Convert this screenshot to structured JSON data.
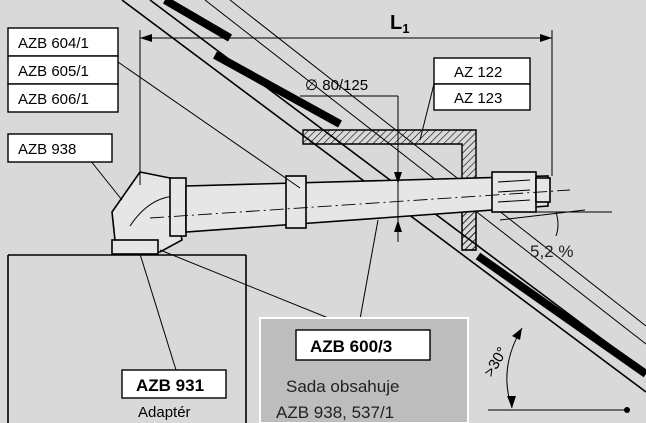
{
  "labels": {
    "azb604": "AZB 604/1",
    "azb605": "AZB 605/1",
    "azb606": "AZB 606/1",
    "azb938": "AZB 938",
    "az122": "AZ 122",
    "az123": "AZ 123",
    "azb931": "AZB 931",
    "azb931_sub": "Adaptér",
    "azb600": "AZB 600/3",
    "kit_line1": "Sada obsahuje",
    "kit_line2": "AZB 938, 537/1"
  },
  "dimensions": {
    "length_L": "L",
    "length_sub": "1",
    "diameter": "∅ 80/125",
    "slope": "5,2 %",
    "angle": ">30°"
  },
  "colors": {
    "background": "#d9d9d9",
    "box": "#ffffff",
    "kit_box": "#bdbdbd",
    "line": "#000000"
  }
}
